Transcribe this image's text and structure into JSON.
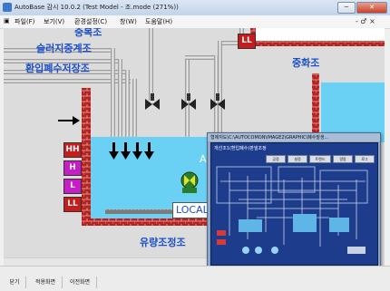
{
  "window": {
    "title": "AutoBase 감시 10.0.2 (Test Model - 조.mode (271%))",
    "minimize": "─",
    "close": "✕"
  },
  "menu": {
    "items": [
      "파일(F)",
      "보기(V)",
      "환경설정(C)",
      "창(W)",
      "도움말(H)"
    ],
    "mdi_controls": "- ♂ ×"
  },
  "scada": {
    "labels": {
      "sludge_thickener": "슬러지중계조",
      "influent_storage": "환입폐수저장조",
      "neutralization": "중화조",
      "flow_equalization": "유량조정조",
      "top_partial": "중복조",
      "local": "LOCAL",
      "partial_a": "A"
    },
    "level_indicators": [
      {
        "text": "HH",
        "color": "#c81c1c"
      },
      {
        "text": "H",
        "color": "#c81cc8"
      },
      {
        "text": "L",
        "color": "#c81cc8"
      },
      {
        "text": "LL",
        "color": "#c81c1c"
      }
    ],
    "right_tank_indicator": {
      "text": "LL",
      "color": "#c81c1c"
    }
  },
  "popup": {
    "title": "형제지도\\C:\\AUTOCOMON\\IMAGE2\\GRAPHIC\\폐수발생...",
    "inner_title": "개선조1(환입폐수)판넬조정",
    "buttons": [
      "공정",
      "설정",
      "트렌드",
      "알람",
      "로그"
    ]
  },
  "statusbar": {
    "buttons": [
      "닫기",
      "적용화면",
      "이전화면"
    ]
  },
  "colors": {
    "water": "#6ad1f5",
    "brick": "#b52222",
    "label": "#1c4fc9"
  }
}
